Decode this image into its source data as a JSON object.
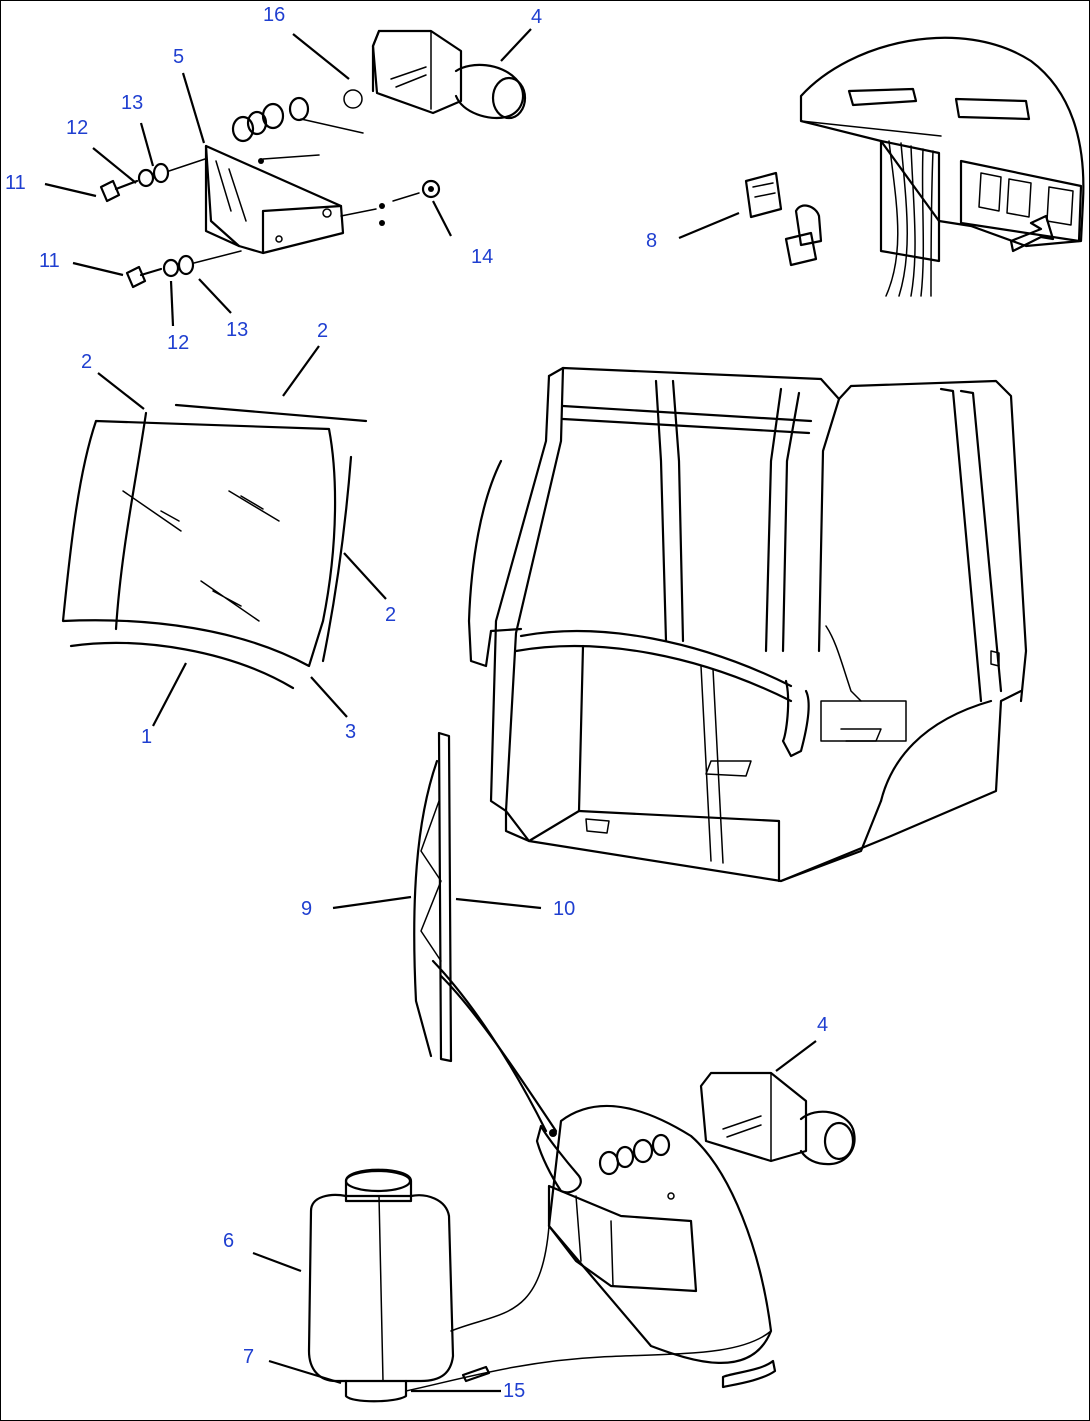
{
  "diagram": {
    "label_color": "#1f3fd0",
    "callouts": [
      {
        "id": "c16-top",
        "text": "16"
      },
      {
        "id": "c4-top",
        "text": "4"
      },
      {
        "id": "c5",
        "text": "5"
      },
      {
        "id": "c13-a",
        "text": "13"
      },
      {
        "id": "c12-a",
        "text": "12"
      },
      {
        "id": "c11-a",
        "text": "11"
      },
      {
        "id": "c11-b",
        "text": "11"
      },
      {
        "id": "c14",
        "text": "14"
      },
      {
        "id": "c12-b",
        "text": "12"
      },
      {
        "id": "c13-b",
        "text": "13"
      },
      {
        "id": "c8",
        "text": "8"
      },
      {
        "id": "c2-a",
        "text": "2"
      },
      {
        "id": "c2-b",
        "text": "2"
      },
      {
        "id": "c2-c",
        "text": "2"
      },
      {
        "id": "c1",
        "text": "1"
      },
      {
        "id": "c3",
        "text": "3"
      },
      {
        "id": "c9",
        "text": "9"
      },
      {
        "id": "c10",
        "text": "10"
      },
      {
        "id": "c4-bottom",
        "text": "4"
      },
      {
        "id": "c6",
        "text": "6"
      },
      {
        "id": "c7",
        "text": "7"
      },
      {
        "id": "c15",
        "text": "15"
      }
    ],
    "parts": [
      "wiper-motor-top",
      "motor-bracket",
      "bolts-nuts-washers",
      "switch-panel",
      "windshield-glass",
      "cab-frame",
      "wiper-blade-and-arm",
      "wiper-motor-bottom",
      "washer-tank"
    ]
  }
}
